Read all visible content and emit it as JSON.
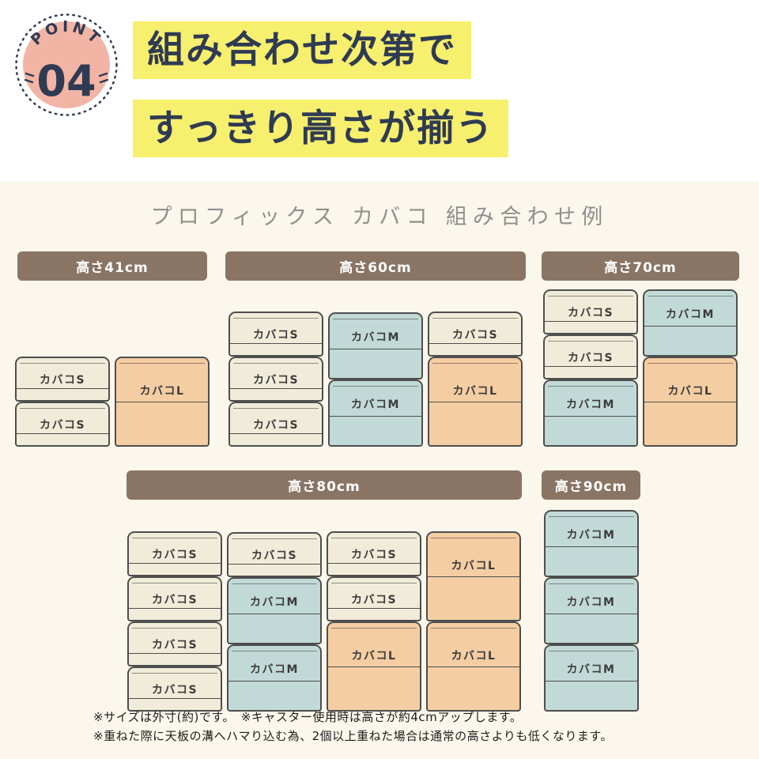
{
  "badge": {
    "point_label": "POINT",
    "point_number": "04"
  },
  "headline": {
    "line1": "組み合わせ次第で",
    "line2": "すっきり高さが揃う"
  },
  "main": {
    "title": "プロフィックス カバコ 組み合わせ例",
    "groups": [
      {
        "header": "高さ41cm",
        "columns": [
          [
            "S",
            "S"
          ],
          [
            "L"
          ]
        ]
      },
      {
        "header": "高さ60cm",
        "columns": [
          [
            "S",
            "S",
            "S"
          ],
          [
            "M",
            "M"
          ],
          [
            "S",
            "L"
          ]
        ]
      },
      {
        "header": "高さ70cm",
        "columns": [
          [
            "S",
            "S",
            "M"
          ],
          [
            "M",
            "L"
          ]
        ]
      },
      {
        "header": "高さ80cm",
        "columns": [
          [
            "S",
            "S",
            "S",
            "S"
          ],
          [
            "S",
            "M",
            "M"
          ],
          [
            "S",
            "S",
            "L"
          ],
          [
            "L",
            "L"
          ]
        ]
      },
      {
        "header": "高さ90cm",
        "columns": [
          [
            "M",
            "M",
            "M"
          ]
        ]
      }
    ],
    "notes": [
      "※サイズは外寸(約)です。　※キャスター使用時は高さが約4cmアップします。",
      "※重ねた際に天板の溝へハマり込む為、2個以上重ねた場合は通常の高さよりも低くなります。"
    ]
  },
  "box_labels": {
    "S": "カバコS",
    "M": "カバコM",
    "L": "カバコL"
  },
  "colors": {
    "yellow": "#F7EF6E",
    "navy": "#2F3B53",
    "pink": "#F2B4A5",
    "brown": "#8A7565",
    "box-s": "#F1ECD9",
    "box-m": "#C2DAD7",
    "box-l": "#F5CDA3",
    "cream": "#FBF7EC",
    "line": "#4E4E4E"
  }
}
